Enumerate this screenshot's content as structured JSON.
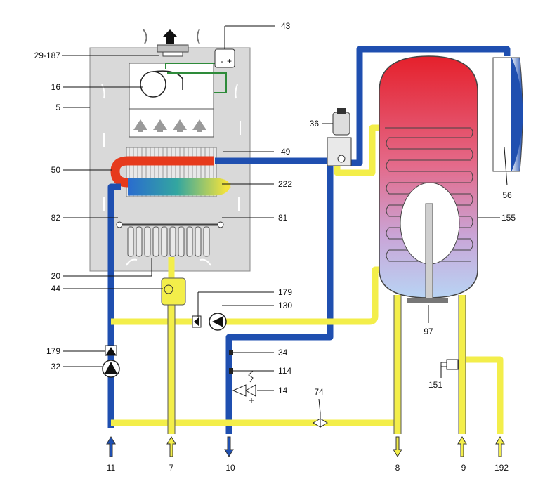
{
  "labels": {
    "l43": "43",
    "l29_187": "29-187",
    "l16": "16",
    "l5": "5",
    "l36": "36",
    "l49": "49",
    "l50": "50",
    "l222": "222",
    "l82": "82",
    "l81": "81",
    "l155": "155",
    "l56": "56",
    "l20": "20",
    "l44": "44",
    "l179a": "179",
    "l130": "130",
    "l97": "97",
    "l179b": "179",
    "l32": "32",
    "l34": "34",
    "l114": "114",
    "l14": "14",
    "l74": "74",
    "l151": "151",
    "b11": "11",
    "b7": "7",
    "b10": "10",
    "b8": "8",
    "b9": "9",
    "b192": "192"
  },
  "colors": {
    "cold_pipe": "#1f4fb0",
    "dhw_pipe": "#f3ee4a",
    "boiler_casing": "#d9d9d9",
    "tank_hot": "#e8202a",
    "tank_cold": "#b9d2f3"
  }
}
